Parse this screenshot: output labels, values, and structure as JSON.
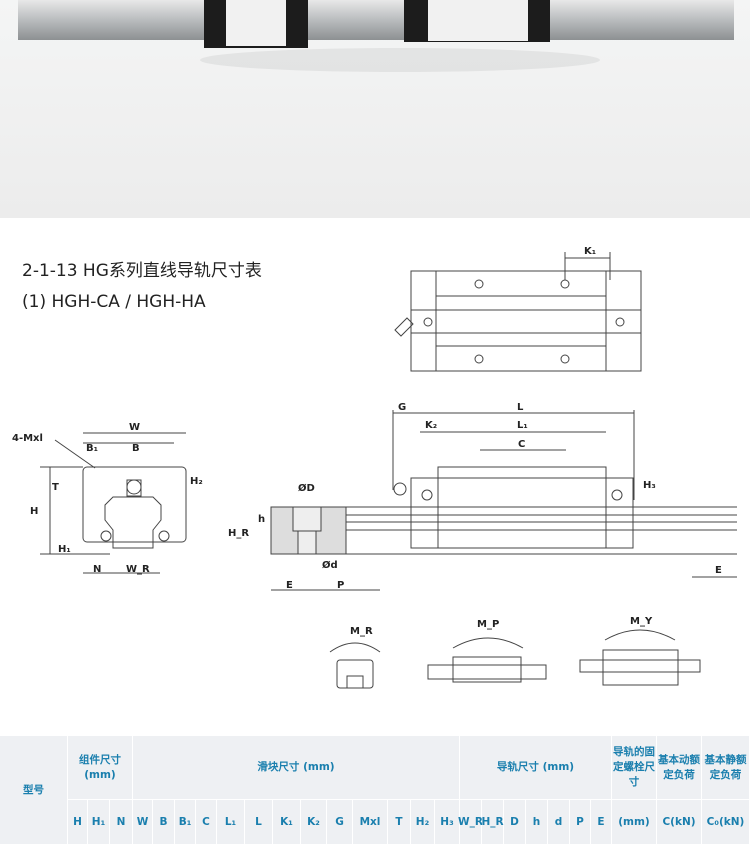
{
  "title": "2-1-13 HG系列直线导轨尺寸表",
  "subtitle": "(1) HGH-CA / HGH-HA",
  "drawing_labels": {
    "K1": "K₁",
    "W": "W",
    "B1": "B₁",
    "B": "B",
    "mxl": "4-Mxl",
    "T": "T",
    "H": "H",
    "H1": "H₁",
    "H2": "H₂",
    "N": "N",
    "WR": "W_R",
    "HR": "H_R",
    "h": "h",
    "D": "ØD",
    "d": "Ød",
    "E": "E",
    "P": "P",
    "G": "G",
    "L": "L",
    "K2": "K₂",
    "L1": "L₁",
    "C": "C",
    "H3": "H₃",
    "MR": "M_R",
    "MP": "M_P",
    "MY": "M_Y"
  },
  "table": {
    "model": "型号",
    "groups": [
      {
        "label": "组件尺寸 (mm)"
      },
      {
        "label": "滑块尺寸 (mm)"
      },
      {
        "label": "导轨尺寸 (mm)"
      },
      {
        "label": "导轨的固定螺栓尺寸"
      },
      {
        "label": "基本动额定负荷"
      },
      {
        "label": "基本静额定负荷"
      }
    ],
    "columns": [
      "H",
      "H₁",
      "N",
      "W",
      "B",
      "B₁",
      "C",
      "L₁",
      "L",
      "K₁",
      "K₂",
      "G",
      "Mxl",
      "T",
      "H₂",
      "H₃",
      "W_R",
      "H_R",
      "D",
      "h",
      "d",
      "P",
      "E",
      "(mm)",
      "C(kN)",
      "C₀(kN)"
    ]
  },
  "colors": {
    "header_text": "#1a7fae",
    "header_bg": "#eef0f3"
  }
}
